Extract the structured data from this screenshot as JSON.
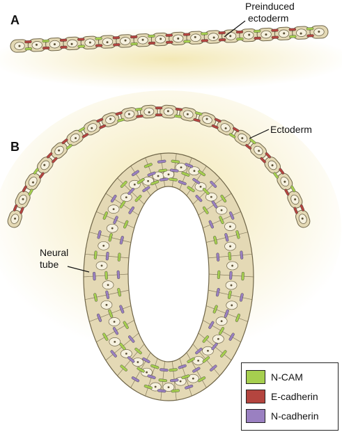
{
  "panels": {
    "a": "A",
    "b": "B"
  },
  "labels": {
    "preinduced": [
      "Preinduced",
      "ectoderm"
    ],
    "ectoderm": "Ectoderm",
    "neural_tube": [
      "Neural",
      "tube"
    ]
  },
  "legend": [
    {
      "label": "N-CAM",
      "color": "#a6cf4f"
    },
    {
      "label": "E-cadherin",
      "color": "#b4453f"
    },
    {
      "label": "N-cadherin",
      "color": "#9a80c1"
    }
  ],
  "colors": {
    "cell_fill": "#e4d9b5",
    "cell_stroke": "#6f6548",
    "nucleus": "#f6f1df",
    "glow": "#f4e9b4"
  }
}
